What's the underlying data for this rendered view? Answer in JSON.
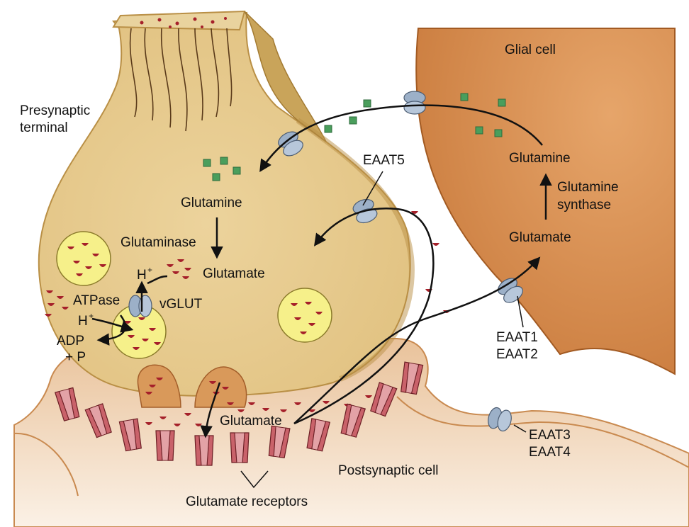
{
  "labels": {
    "presynaptic_line1": "Presynaptic",
    "presynaptic_line2": "terminal",
    "glial_cell": "Glial cell",
    "glutamine_pre": "Glutamine",
    "glutaminase": "Glutaminase",
    "glutamate_pre": "Glutamate",
    "h_plus_top": "H",
    "h_plus_sup": "+",
    "vglut": "vGLUT",
    "atpase": "ATPase",
    "h_plus_left": "H",
    "adp": "ADP",
    "plus_p": "+ P",
    "eaat5": "EAAT5",
    "glutamine_glial": "Glutamine",
    "glutamine_synthase_line1": "Glutamine",
    "glutamine_synthase_line2": "synthase",
    "glutamate_glial": "Glutamate",
    "eaat1": "EAAT1",
    "eaat2": "EAAT2",
    "glutamate_cleft": "Glutamate",
    "eaat3": "EAAT3",
    "eaat4": "EAAT4",
    "postsynaptic_cell": "Postsynaptic cell",
    "glutamate_receptors": "Glutamate receptors"
  },
  "colors": {
    "terminal_fill": "#e6c98a",
    "terminal_edge": "#c9a45a",
    "glial_fill": "#d9955a",
    "postsynaptic_fill": "#eccaa5",
    "vesicle_fill": "#f6f08a",
    "glutamate_dot": "#a5202a",
    "glutamine_square": "#4a9e5c",
    "transporter": "#9cb0c8",
    "receptor": "#c9626a"
  }
}
